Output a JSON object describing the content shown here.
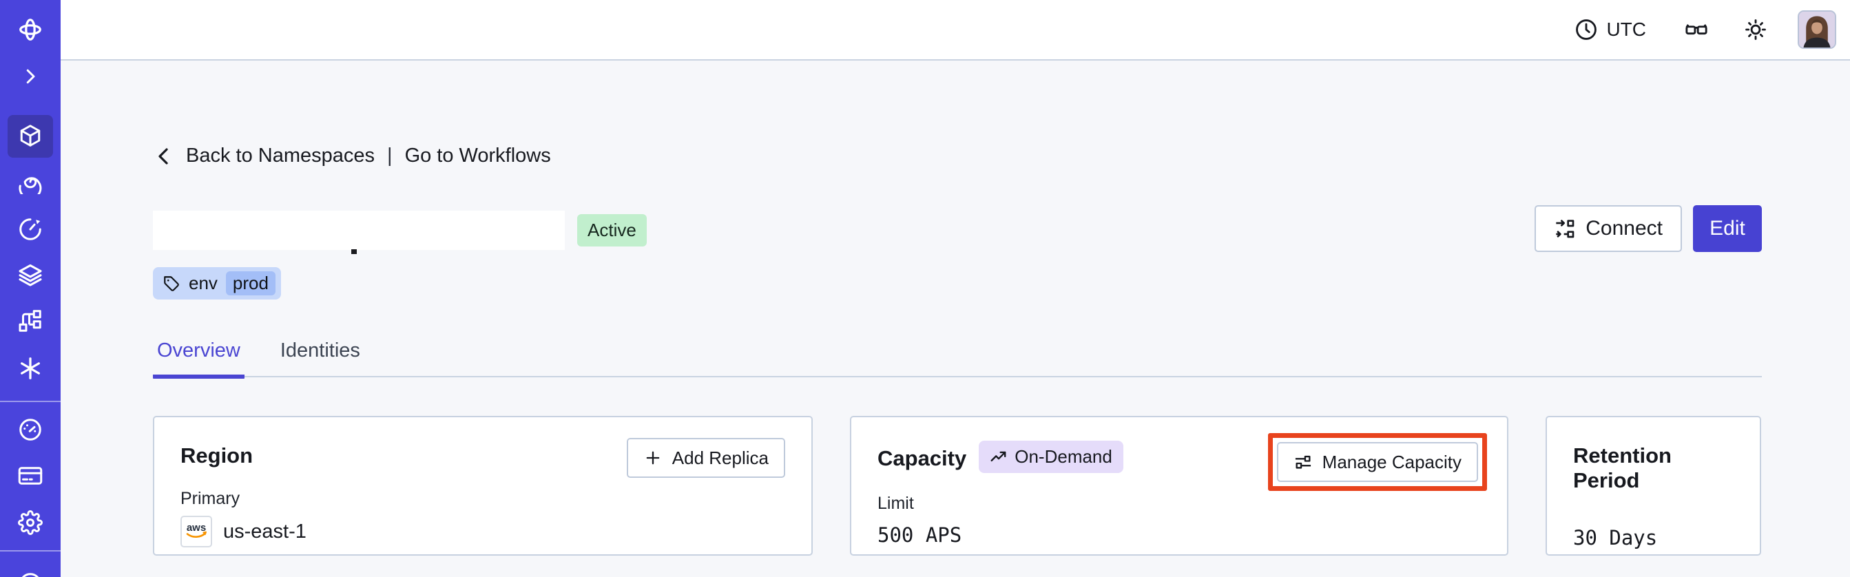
{
  "topbar": {
    "timezone_label": "UTC",
    "icons": [
      "clock-icon",
      "glasses-icon",
      "brightness-icon",
      "user-avatar"
    ]
  },
  "breadcrumb": {
    "back_label": "Back to Namespaces",
    "separator": "|",
    "workflows_label": "Go to Workflows"
  },
  "header": {
    "title_redacted": true,
    "status_badge": "Active",
    "tag": {
      "key": "env",
      "value": "prod"
    },
    "connect_label": "Connect",
    "edit_label": "Edit"
  },
  "tabs": {
    "overview": "Overview",
    "identities": "Identities"
  },
  "cards": {
    "region": {
      "title": "Region",
      "add_replica_label": "Add Replica",
      "primary_label": "Primary",
      "provider_label": "aws",
      "region_value": "us-east-1"
    },
    "capacity": {
      "title": "Capacity",
      "mode_badge": "On-Demand",
      "manage_label": "Manage Capacity",
      "limit_label": "Limit",
      "limit_value": "500 APS",
      "manage_button_highlighted": true
    },
    "retention": {
      "title": "Retention Period",
      "value": "30 Days"
    }
  },
  "sidebar": {
    "items": [
      {
        "icon": "temporal-logo"
      },
      {
        "icon": "expand-chevron"
      },
      {
        "icon": "namespaces-cube",
        "active": true
      },
      {
        "icon": "workflows-spiral"
      },
      {
        "icon": "schedules-clock"
      },
      {
        "icon": "deployments-layers"
      },
      {
        "icon": "pipelines-branch"
      },
      {
        "icon": "nexus-asterisk"
      },
      {
        "icon": "usage-gauge"
      },
      {
        "icon": "billing-card"
      },
      {
        "icon": "settings-gear"
      },
      {
        "icon": "support-circle-partial"
      }
    ]
  },
  "colors": {
    "sidebar_bg": "#4a44dc",
    "sidebar_active_bg": "#3d38af",
    "accent_indigo": "#4742d2",
    "active_badge_bg": "#c1efcd",
    "tag_bg": "#c7d8fa",
    "tag_inner_bg": "#a3bef7",
    "on_demand_bg": "#e5dcfa",
    "highlight_red": "#e8431d",
    "page_bg": "#f6f7fa",
    "aws_orange": "#f79400"
  }
}
